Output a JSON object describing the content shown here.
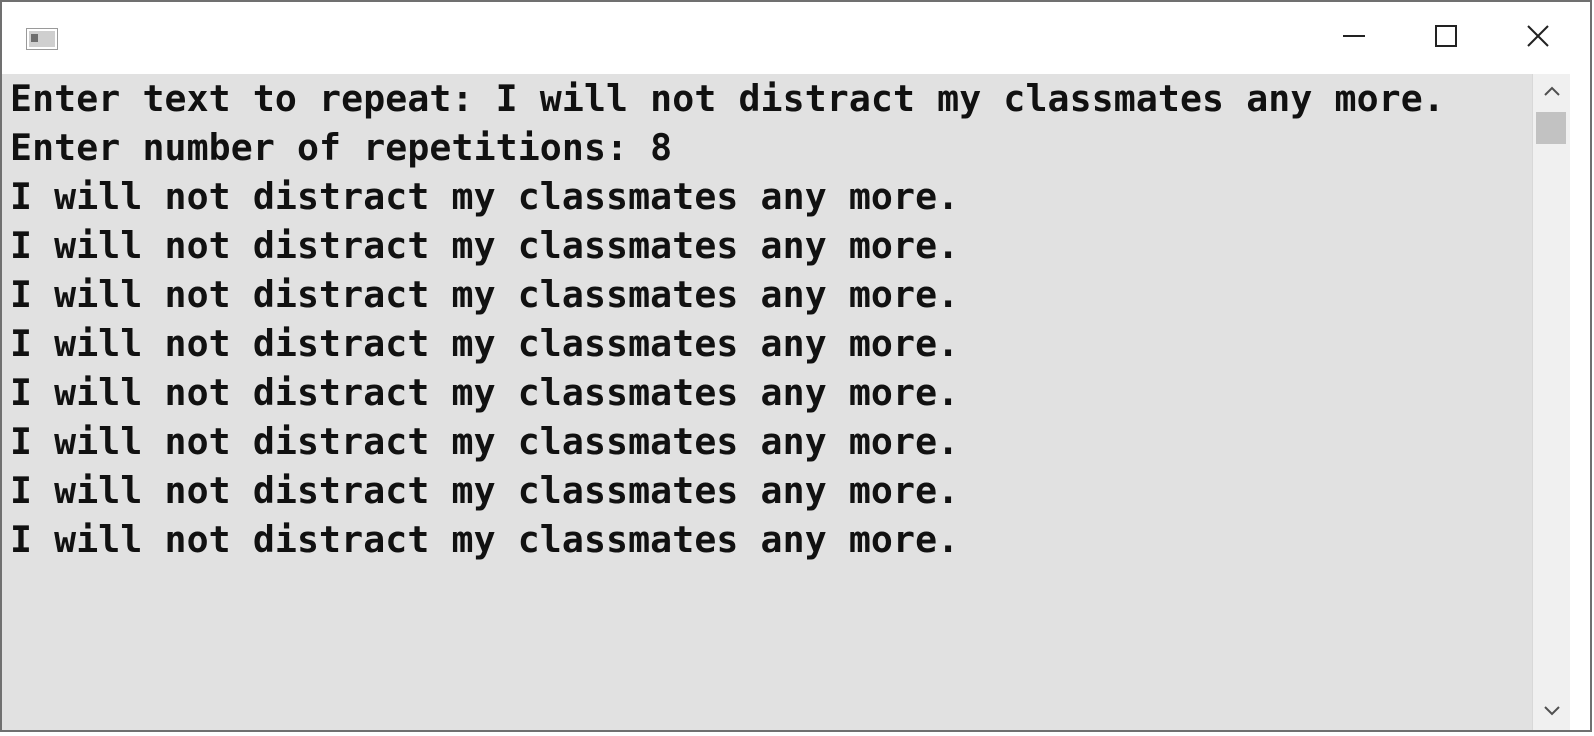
{
  "window": {
    "title": "",
    "controls": {
      "minimize_icon": "minimize-icon",
      "maximize_icon": "maximize-icon",
      "close_icon": "close-icon"
    }
  },
  "console": {
    "background": "#e1e1e1",
    "text_color": "#111111",
    "lines": [
      "Enter text to repeat: I will not distract my classmates any more.",
      "Enter number of repetitions: 8",
      "I will not distract my classmates any more.",
      "I will not distract my classmates any more.",
      "I will not distract my classmates any more.",
      "I will not distract my classmates any more.",
      "I will not distract my classmates any more.",
      "I will not distract my classmates any more.",
      "I will not distract my classmates any more.",
      "I will not distract my classmates any more."
    ]
  },
  "scrollbar": {
    "up_icon": "chevron-up-icon",
    "down_icon": "chevron-down-icon",
    "position": 0
  }
}
